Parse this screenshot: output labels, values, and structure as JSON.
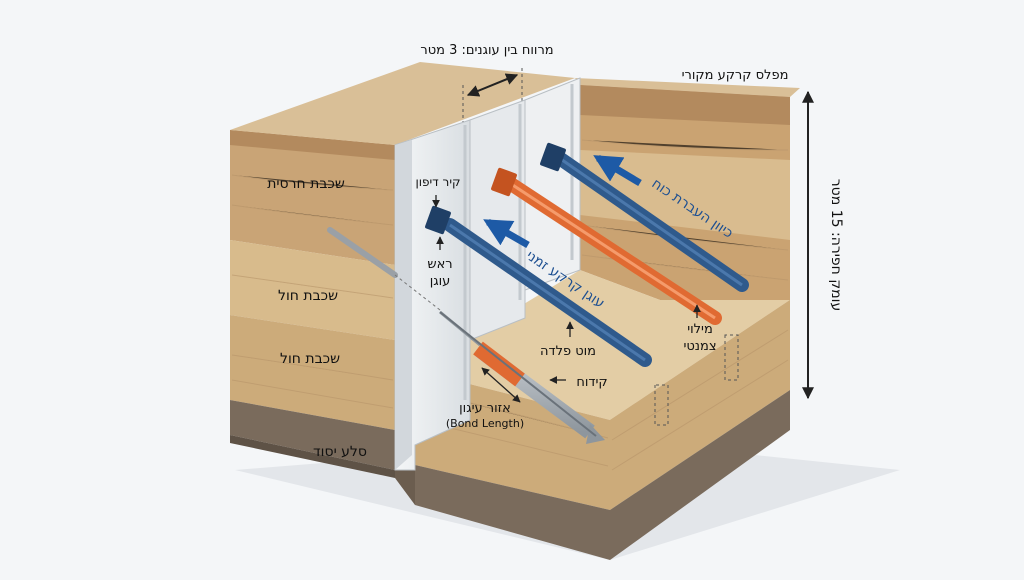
{
  "labels": {
    "spacing": "מרווח בין עוגנים: 3 מטר",
    "original_surface": "מפלס קרקע מקורי",
    "depth": "עומק חפירה: 15 מטר",
    "clay_layer": "שכבת חרסית",
    "sand_layer_1": "שכבת חול",
    "sand_layer_2": "שכבת חול",
    "bedrock": "סלע יסוד",
    "diaphragm_wall": "קיר דיפון",
    "anchor_head_1": "ראש",
    "anchor_head_2": "עוגן",
    "temp_anchor": "עוגן קרקע זמני",
    "force_direction": "כיוון העברת כוח",
    "grout_1": "מילוי",
    "grout_2": "צמנטי",
    "tendon": "מוט פלדה",
    "drilling": "קידוח",
    "bond_zone": "אזור עיגון",
    "bond_length": "(Bond Length)"
  },
  "colors": {
    "steel_blue": "#2f5a8c",
    "grout_orange": "#e06a32",
    "arrow_blue": "#1d5aa6",
    "wall_white": "#eceff1",
    "bedrock": "#7a6b5c"
  },
  "icons": [
    "depth-arrow-icon",
    "spacing-arrow-icon",
    "force-arrow-icon",
    "pointer-arrow-icon"
  ]
}
